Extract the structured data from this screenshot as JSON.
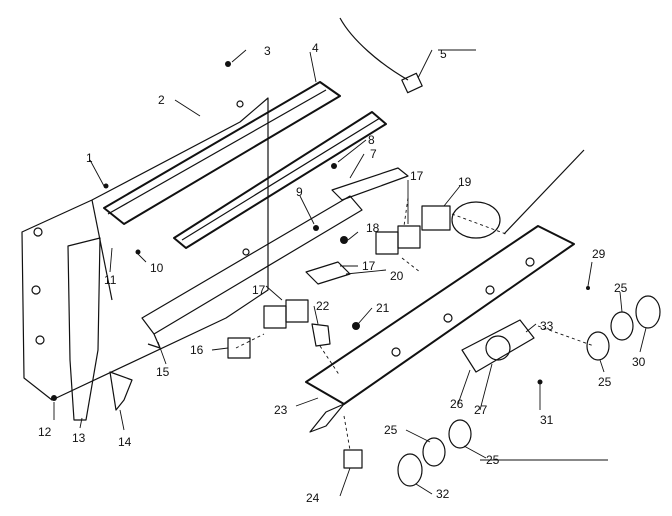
{
  "diagram": {
    "callouts": [
      "2",
      "3",
      "4",
      "5",
      "1",
      "8",
      "7",
      "17",
      "19",
      "9",
      "18",
      "11",
      "10",
      "17",
      "20",
      "29",
      "17",
      "22",
      "21",
      "25",
      "16",
      "15",
      "33",
      "25",
      "30",
      "23",
      "26",
      "27",
      "31",
      "25",
      "25",
      "24",
      "32",
      "12",
      "13",
      "14"
    ]
  }
}
